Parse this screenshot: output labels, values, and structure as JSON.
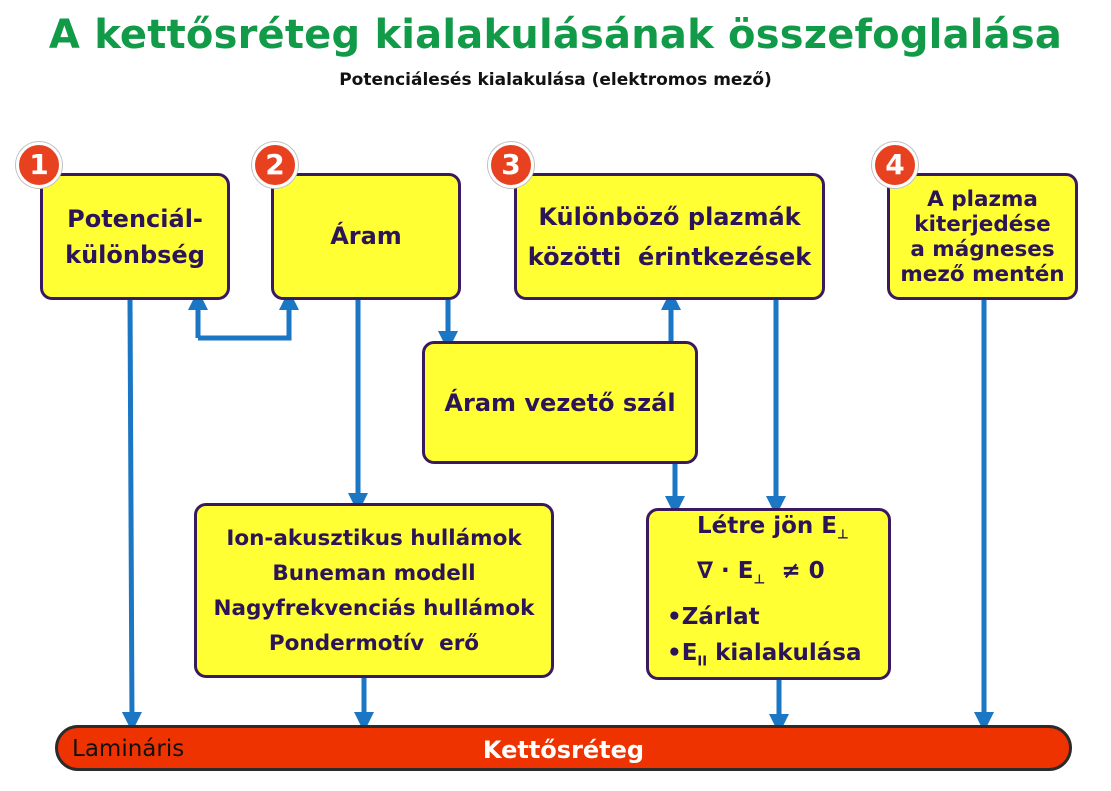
{
  "title": "A kettősréteg kialakulásának összefoglalása",
  "subtitle": "Potenciálesés kialakulása (elektromos mező)",
  "boxes": {
    "b1": {
      "number": "1",
      "lines": [
        "Potenciál-",
        "különbség"
      ]
    },
    "b2": {
      "number": "2",
      "text": "Áram"
    },
    "b3": {
      "number": "3",
      "lines": [
        "Különböző plazmák",
        "közötti  érintkezések"
      ]
    },
    "b4": {
      "number": "4",
      "lines": [
        "A plazma",
        "kiterjedése",
        "a mágneses",
        "mező mentén"
      ]
    },
    "current_filament": "Áram vezető szál",
    "waves": [
      "Ion-akusztikus hullámok",
      "Buneman modell",
      "Nagyfrekvenciás hullámok",
      "Pondermotív  erő"
    ],
    "result": {
      "line1": "Létre jön E",
      "line1_sub": "⊥",
      "line2": "∇ · E",
      "line2_sub": "⊥",
      "line2_tail": "  ≠ 0",
      "bullet1": "•Zárlat",
      "bullet2_pre": "•E",
      "bullet2_sub": "II",
      "bullet2_post": " kialakulása"
    }
  },
  "bar": {
    "left_label": "Lamináris",
    "center_label": "Kettősréteg"
  },
  "colors": {
    "box_fill": "#ffff33",
    "arrow": "#1b76c4",
    "badge": "#e8411f",
    "bar": "#ee3300",
    "title": "#119a48"
  }
}
